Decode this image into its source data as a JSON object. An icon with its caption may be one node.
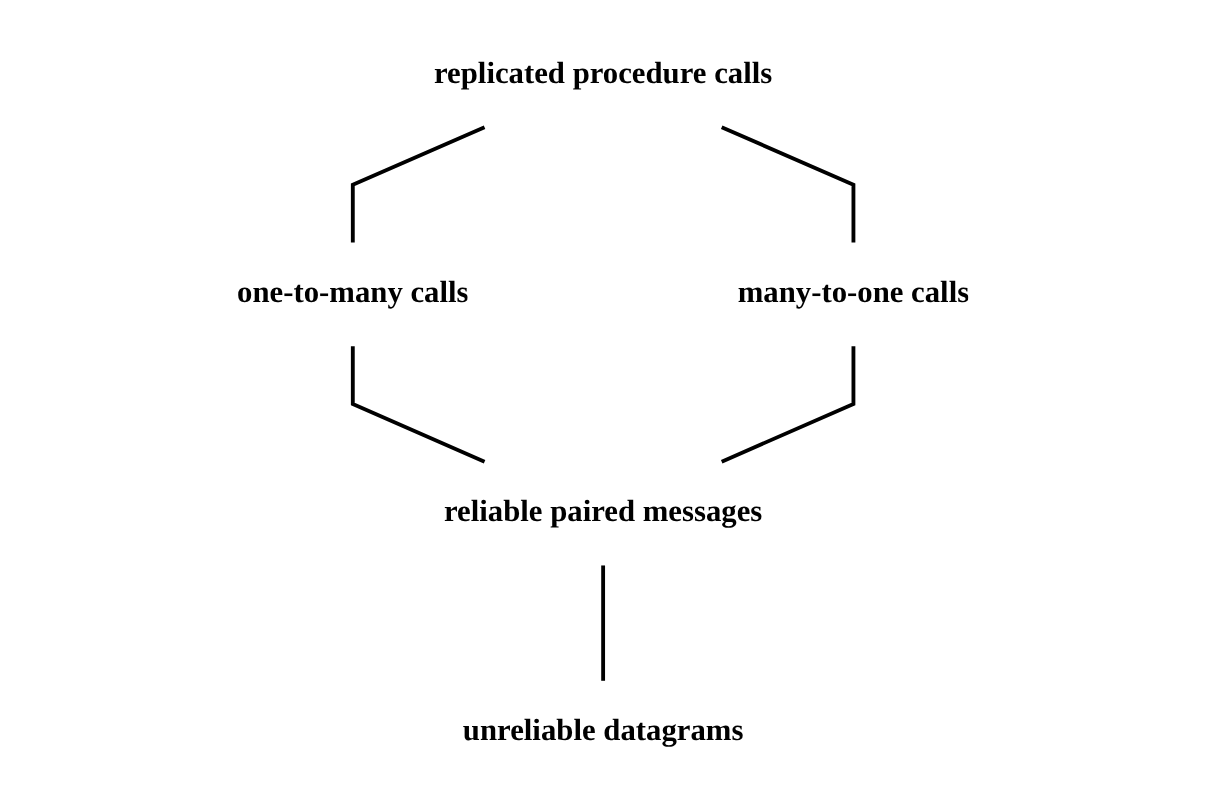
{
  "diagram": {
    "nodes": [
      {
        "text": [
          "replicated procedure calls"
        ]
      },
      {
        "text": [
          "one-to-many calls"
        ]
      },
      {
        "text": [
          "many-to-one calls"
        ]
      },
      {
        "text": [
          "reliable paired messages"
        ]
      },
      {
        "text": [
          "unreliable datagrams"
        ]
      }
    ],
    "edges": [
      {
        "from": 0,
        "to": 1,
        "arrow": "none"
      },
      {
        "from": 0,
        "to": 2,
        "arrow": "none"
      },
      {
        "from": 1,
        "to": 3,
        "arrow": "none"
      },
      {
        "from": 2,
        "to": 3,
        "arrow": "none"
      },
      {
        "from": 3,
        "to": 4,
        "arrow": "none"
      }
    ]
  }
}
